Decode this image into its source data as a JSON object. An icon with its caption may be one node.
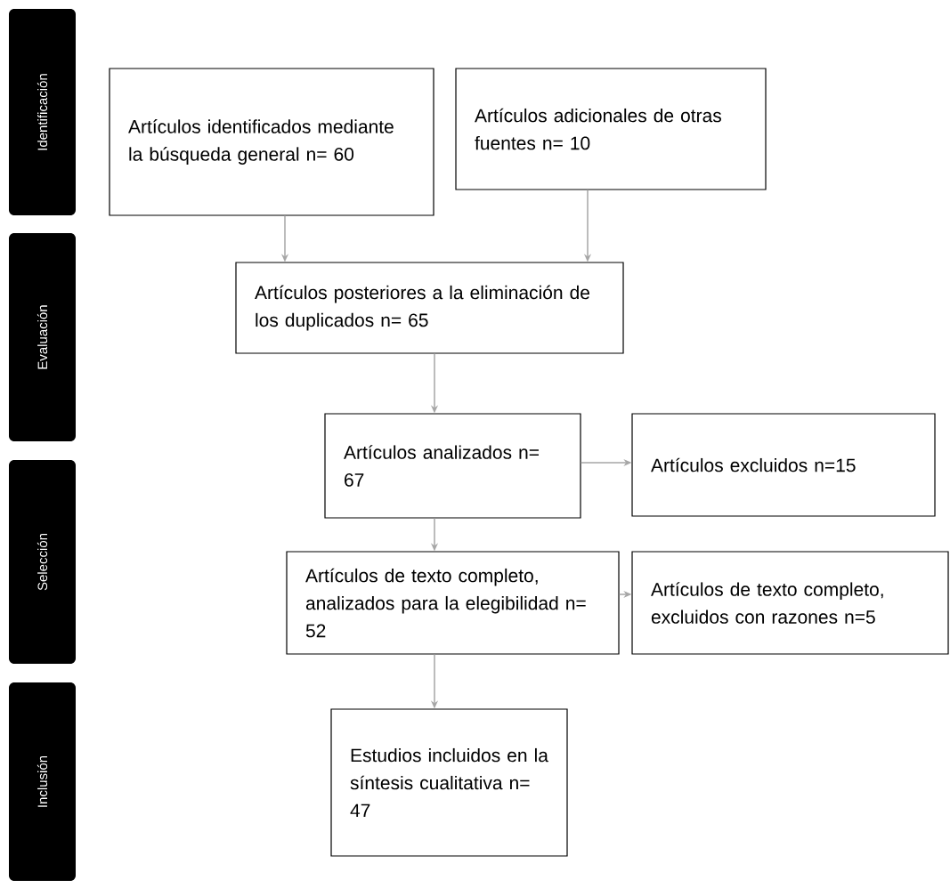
{
  "diagram": {
    "nodes": [
      {
        "text": [
          "Identificación"
        ]
      },
      {
        "text": [
          "Evaluación"
        ]
      },
      {
        "text": [
          "Selección"
        ]
      },
      {
        "text": [
          "Inclusión"
        ]
      },
      {
        "text": [
          "Artículos identificados mediante la búsqueda general n= 60"
        ]
      },
      {
        "text": [
          "Artículos adicionales de otras fuentes n= 10"
        ]
      },
      {
        "text": [
          "Artículos posteriores a la eliminación de los duplicados n= 65"
        ]
      },
      {
        "text": [
          "Artículos analizados n= 67"
        ]
      },
      {
        "text": [
          "Artículos excluidos n=15"
        ]
      },
      {
        "text": [
          "Artículos de texto completo, analizados para la elegibilidad n= 52"
        ]
      },
      {
        "text": [
          "Artículos de texto completo, excluidos con razones n=5"
        ]
      },
      {
        "text": [
          "Estudios incluidos en la síntesis cualitativa n= 47"
        ]
      }
    ],
    "edges": [
      {
        "from": 4,
        "to": 6,
        "arrow": "to"
      },
      {
        "from": 5,
        "to": 6,
        "arrow": "to"
      },
      {
        "from": 6,
        "to": 7,
        "arrow": "to"
      },
      {
        "from": 7,
        "to": 8,
        "arrow": "to"
      },
      {
        "from": 7,
        "to": 9,
        "arrow": "to"
      },
      {
        "from": 9,
        "to": 10,
        "arrow": "to"
      },
      {
        "from": 9,
        "to": 11,
        "arrow": "to"
      }
    ]
  }
}
